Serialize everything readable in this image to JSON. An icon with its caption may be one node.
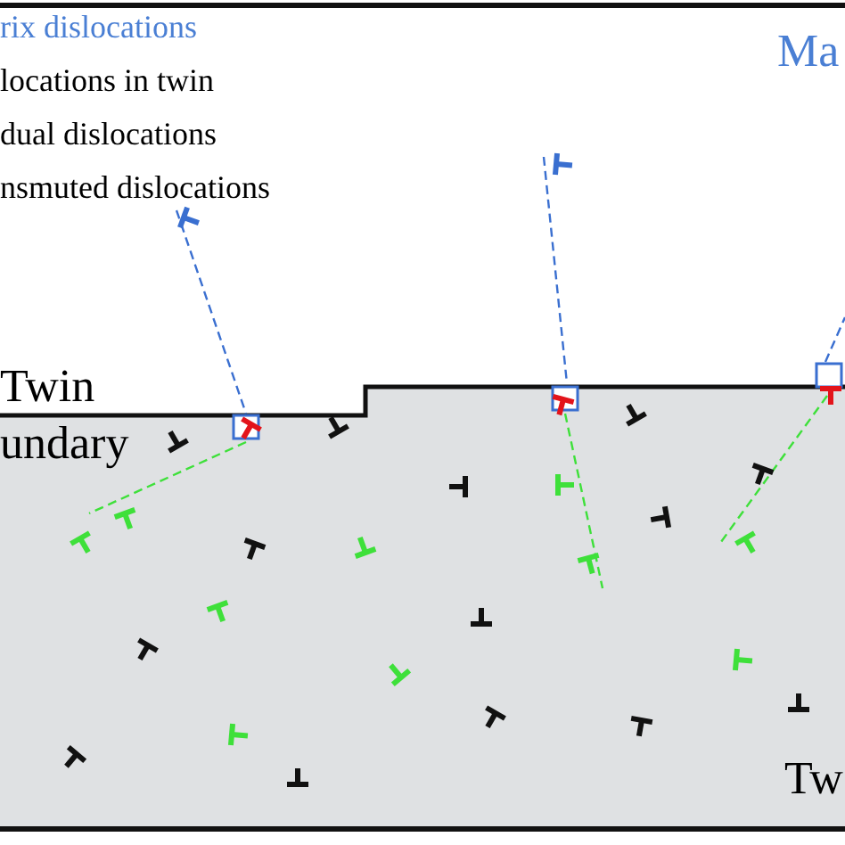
{
  "diagram": {
    "labels": [
      "rix dislocations",
      "locations in twin",
      "dual dislocations",
      "nsmuted dislocations",
      "Ma",
      "Twin",
      "undary",
      "Tw"
    ]
  }
}
